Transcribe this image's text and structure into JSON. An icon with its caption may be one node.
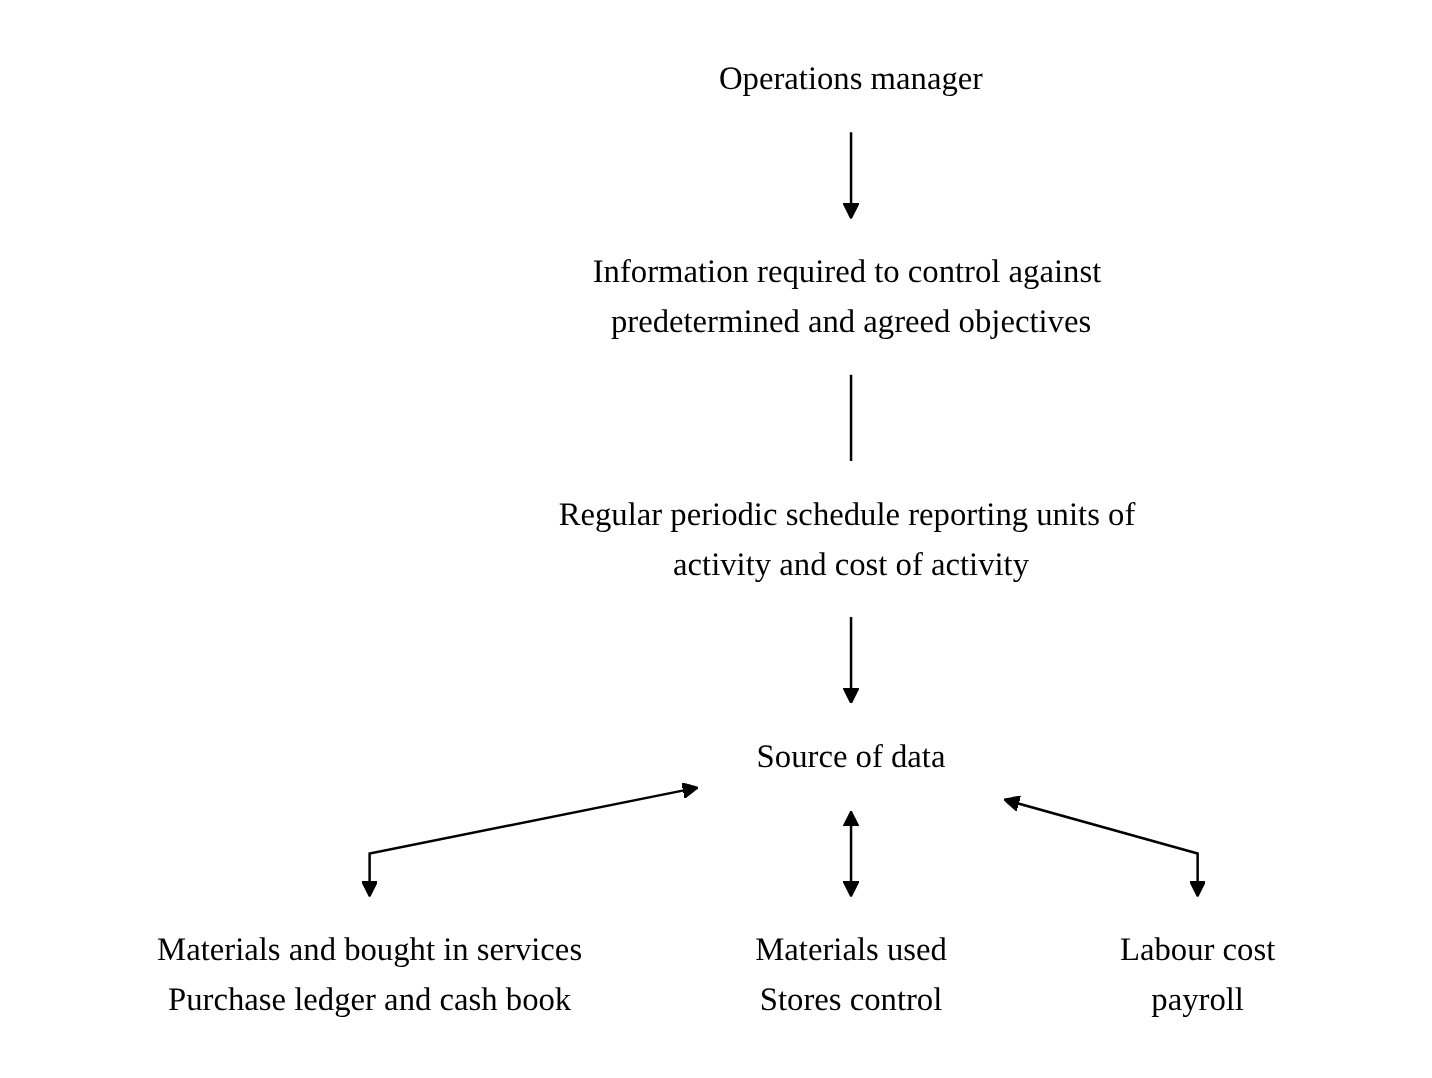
{
  "diagram": {
    "nodes": [
      {
        "text": [
          "Operations manager"
        ]
      },
      {
        "text": [
          "Information required to control against predetermined and agreed objectives"
        ]
      },
      {
        "text": [
          "Regular periodic schedule reporting units of activity and cost of activity"
        ]
      },
      {
        "text": [
          "Source of data"
        ]
      },
      {
        "text": [
          "Materials and bought in services",
          "Purchase ledger and cash book"
        ]
      },
      {
        "text": [
          "Materials used",
          "Stores control"
        ]
      },
      {
        "text": [
          "Labour cost",
          "payroll"
        ]
      }
    ],
    "edges": [
      {
        "from": 0,
        "to": 1,
        "arrow": "to"
      },
      {
        "from": 1,
        "to": 2,
        "arrow": "none"
      },
      {
        "from": 2,
        "to": 3,
        "arrow": "to"
      },
      {
        "from": 3,
        "to": 4,
        "arrow": "both"
      },
      {
        "from": 3,
        "to": 5,
        "arrow": "both"
      },
      {
        "from": 3,
        "to": 6,
        "arrow": "both"
      }
    ]
  }
}
